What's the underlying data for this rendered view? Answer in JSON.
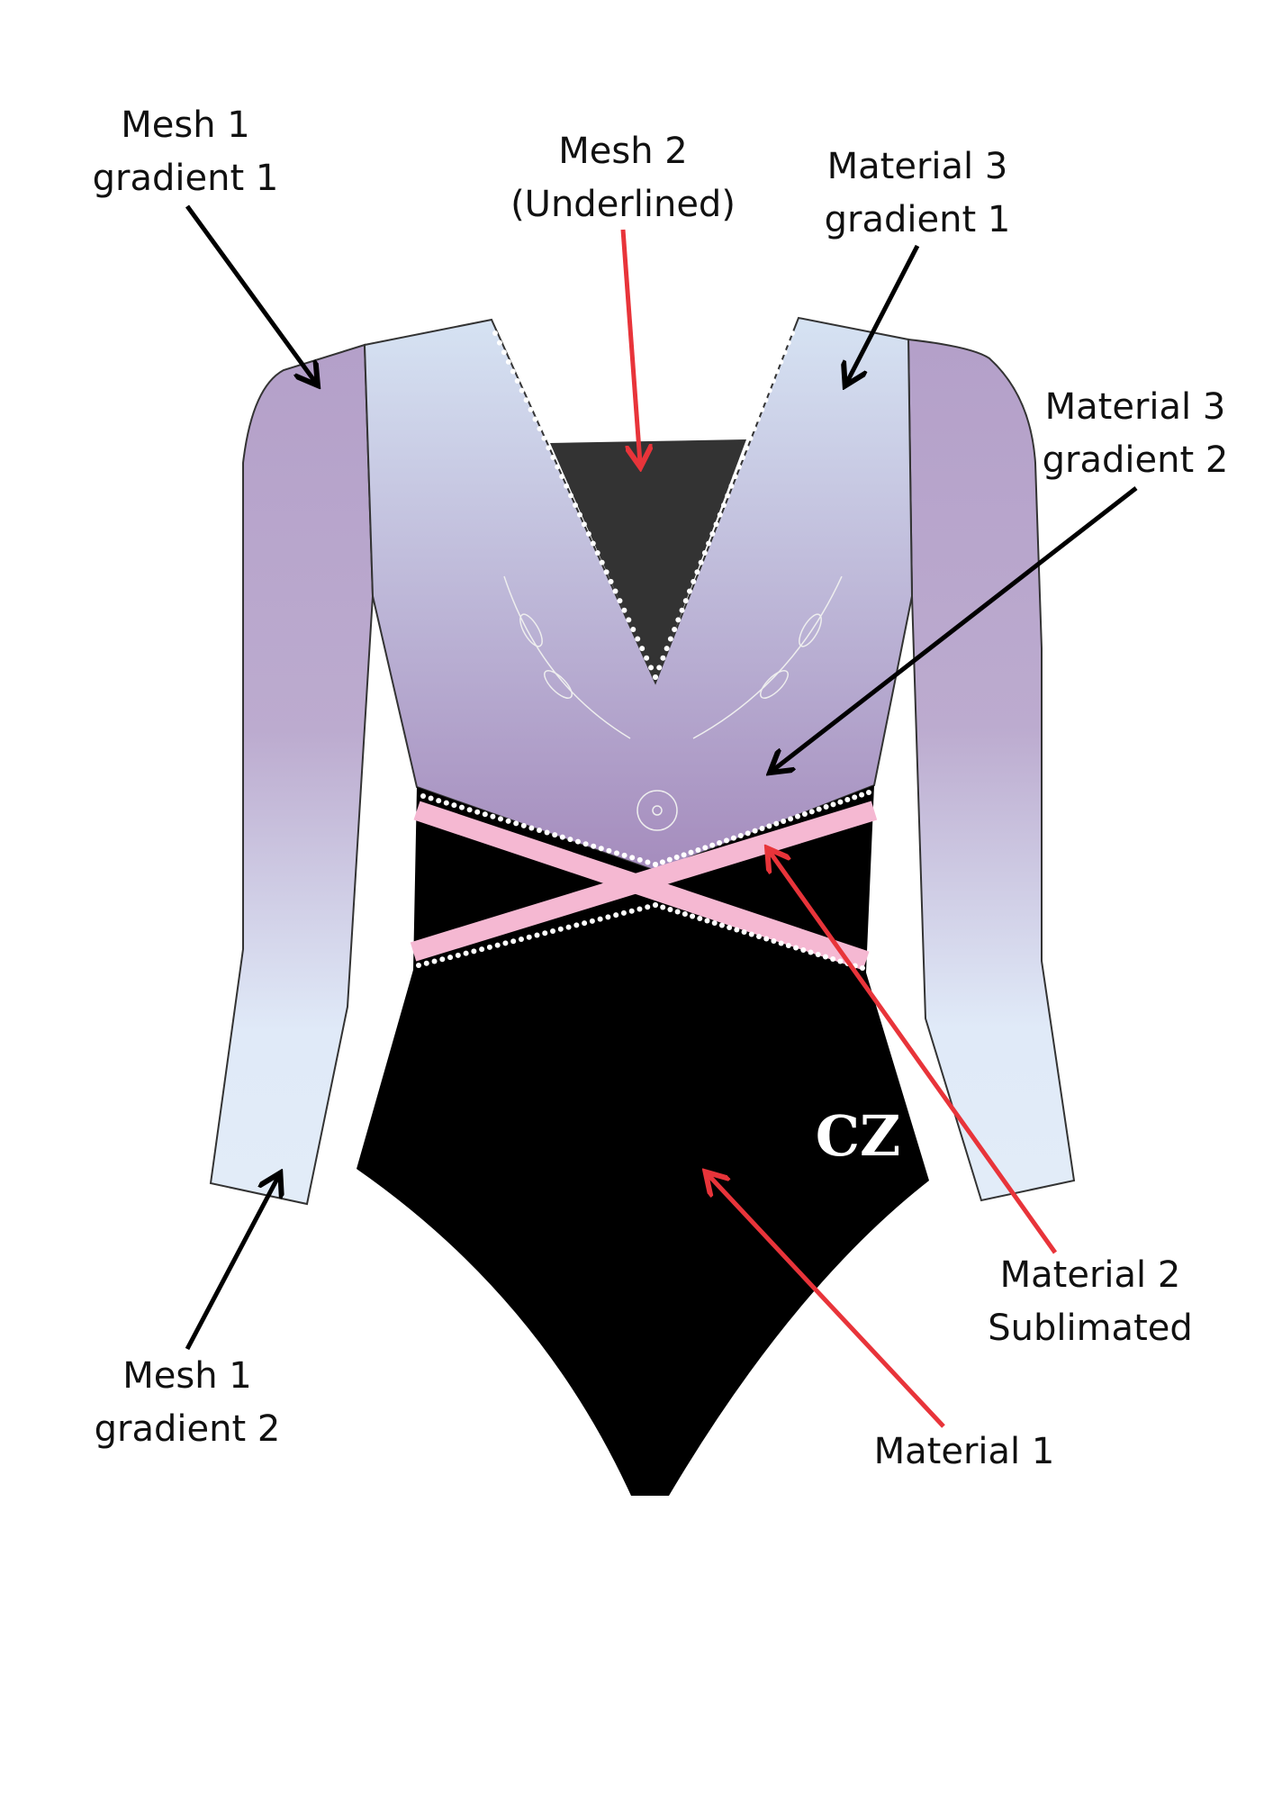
{
  "labels": {
    "mesh1_g1": [
      "Mesh 1",
      "gradient 1"
    ],
    "mesh2": [
      "Mesh 2",
      "(Underlined)"
    ],
    "mat3_g1": [
      "Material 3",
      "gradient 1"
    ],
    "mat3_g2": [
      "Material 3",
      "gradient 2"
    ],
    "mat2": [
      "Material 2",
      "Sublimated"
    ],
    "mat1": [
      "Material 1"
    ],
    "mesh1_g2": [
      "Mesh 1",
      "gradient 2"
    ]
  },
  "logo": "CZ",
  "colors": {
    "gradient_top": "#d6e3f3",
    "gradient_bottom": "#a58cbd",
    "sleeve_top": "#b8a5cc",
    "sleeve_bottom": "#e0ebf8",
    "material1": "#000000",
    "mesh2": "#333333",
    "pink_band": "#f5b8d2",
    "arrow_black": "#000000",
    "arrow_red": "#e8343a"
  }
}
